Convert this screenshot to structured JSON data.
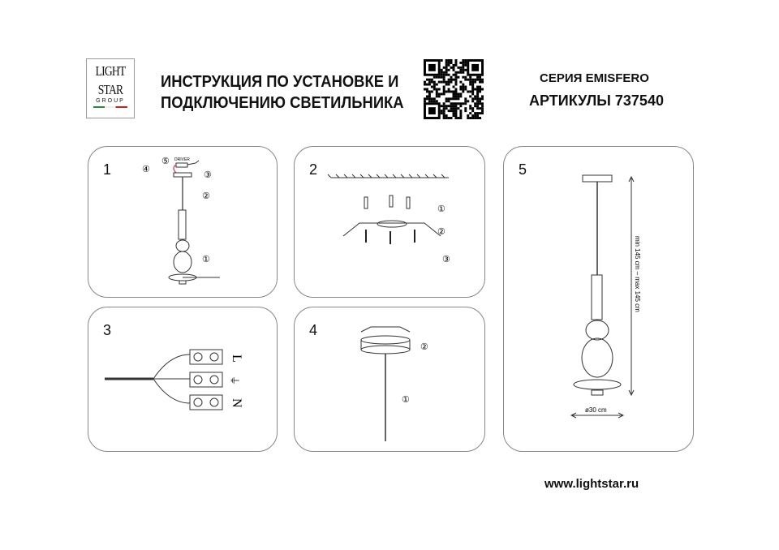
{
  "logo": {
    "line1": "LIGHT",
    "line2": "STAR",
    "line3": "GROUP"
  },
  "header": {
    "title_line1": "ИНСТРУКЦИЯ ПО УСТАНОВКЕ И",
    "title_line2": "ПОДКЛЮЧЕНИЮ СВЕТИЛЬНИКА",
    "series": "СЕРИЯ EMISFERO",
    "article": "АРТИКУЛЫ 737540"
  },
  "panels": [
    {
      "number": "1",
      "driver_label": "DRIVER",
      "steps": [
        "①",
        "②",
        "③",
        "④",
        "⑤"
      ]
    },
    {
      "number": "2",
      "steps": [
        "①",
        "②",
        "③"
      ]
    },
    {
      "number": "3",
      "terminals": [
        "L",
        "⏚",
        "N"
      ]
    },
    {
      "number": "4",
      "steps": [
        "①",
        "②"
      ]
    },
    {
      "number": "5",
      "height_label": "min 145 cm – max 145 cm",
      "diameter_label": "ø30 cm"
    }
  ],
  "footer": {
    "url": "www.lightstar.ru"
  }
}
